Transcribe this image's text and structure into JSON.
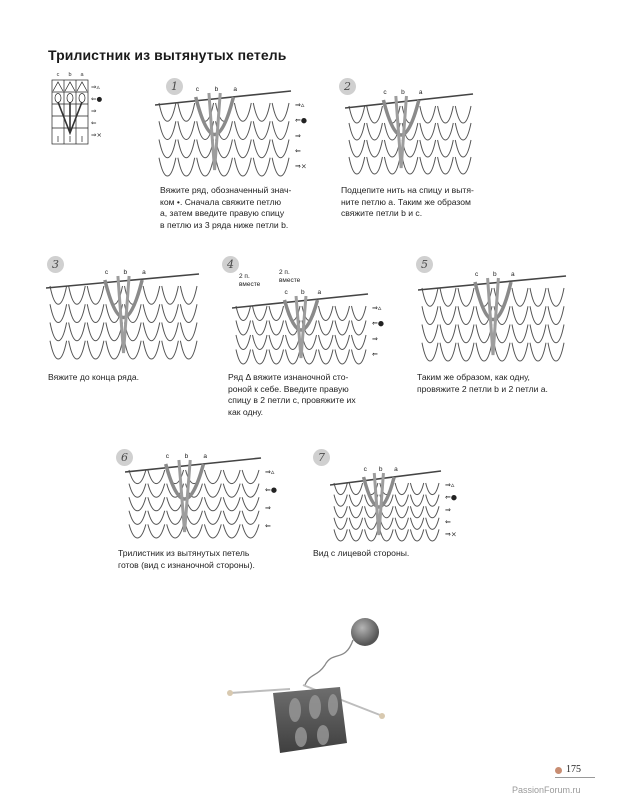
{
  "page": {
    "title": "Трилистник из вытянутых петель",
    "page_number": "175",
    "watermark": "PassionForum.ru"
  },
  "chart_key": {
    "columns": [
      "c",
      "b",
      "a"
    ]
  },
  "steps": [
    {
      "num": "1",
      "caption": "Вяжите ряд, обозначенный знач-\nком •. Сначала свяжите петлю\na, затем введите правую спицу\nв петлю из 3 ряда ниже петли b."
    },
    {
      "num": "2",
      "caption": "Подцепите нить на спицу и вытя-\nните петлю a. Таким же образом\nсвяжите петли b и c."
    },
    {
      "num": "3",
      "caption": "Вяжите до конца ряда."
    },
    {
      "num": "4",
      "caption": "Ряд Δ вяжите изнаночной сто-\nроной к себе. Введите правую\nспицу в 2 петли c, провяжите их\nкак одну.",
      "labels": [
        "2 п.\nвместе",
        "2 п.\nвместе"
      ]
    },
    {
      "num": "5",
      "caption": "Таким же образом, как одну,\nпровяжите 2 петли b и 2 петли a."
    },
    {
      "num": "6",
      "caption": "Трилистник из вытянутых петель\nготов (вид с изнаночной стороны)."
    },
    {
      "num": "7",
      "caption": "Вид с лицевой стороны."
    }
  ],
  "stitch_letters": {
    "a": "a",
    "b": "b",
    "c": "c"
  },
  "row_marks": {
    "tri": "⇒▵",
    "dot": "⇐●",
    "right": "⇒",
    "left": "⇐",
    "cross": "⇒×"
  }
}
